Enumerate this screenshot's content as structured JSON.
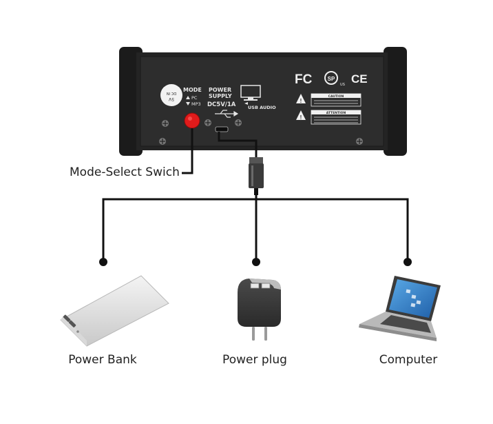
{
  "device": {
    "mode_label": "MODE",
    "pc_label": "PC",
    "mp3_label": "MP3",
    "power_supply_line1": "POWER",
    "power_supply_line2": "SUPPLY",
    "power_rating": "DC5V/1A",
    "usb_audio_label": "USB AUDIO",
    "cert_fc": "FC",
    "cert_ce": "CE",
    "caution_title": "CAUTION",
    "attention_title": "ATTENTION"
  },
  "callout": {
    "mode_select": "Mode-Select Swich"
  },
  "targets": [
    {
      "label": "Power Bank"
    },
    {
      "label": "Power plug"
    },
    {
      "label": "Computer"
    }
  ],
  "colors": {
    "device_body": "#1e1e1e",
    "panel": "#2b2b2b",
    "switch_red": "#e01b1b",
    "wire": "#111111"
  }
}
